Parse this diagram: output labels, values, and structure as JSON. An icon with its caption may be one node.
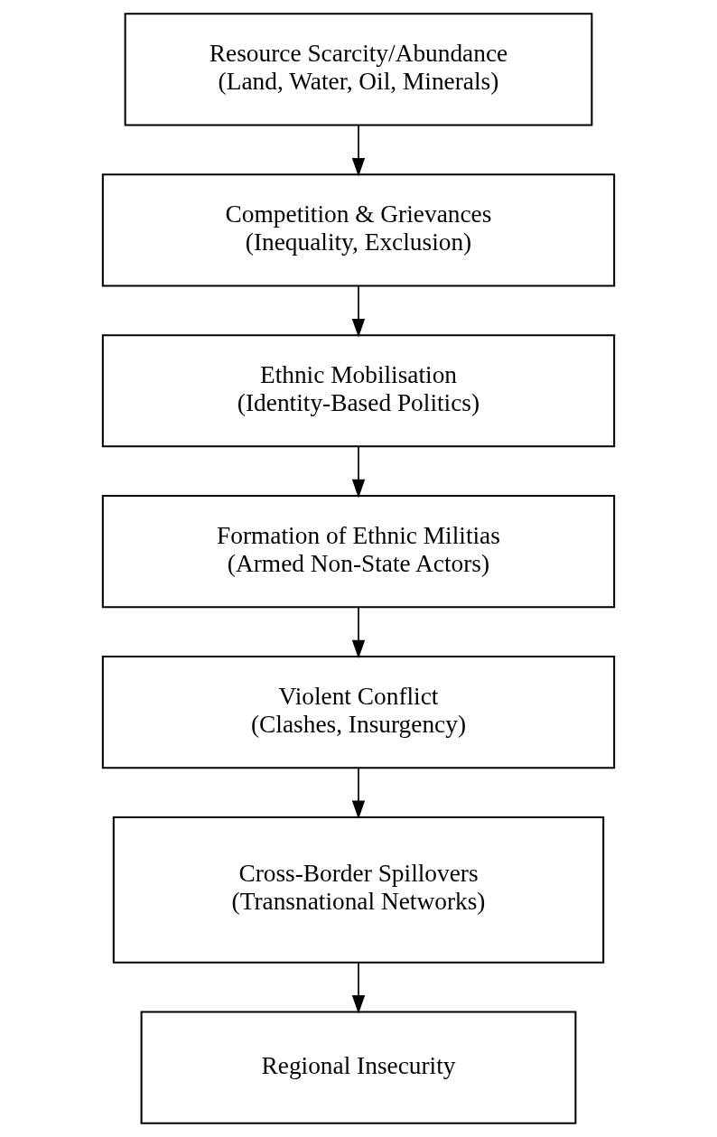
{
  "diagram": {
    "nodes": [
      {
        "text": [
          "Resource Scarcity/Abundance",
          "(Land, Water, Oil, Minerals)"
        ]
      },
      {
        "text": [
          "Competition & Grievances",
          "(Inequality, Exclusion)"
        ]
      },
      {
        "text": [
          "Ethnic Mobilisation",
          "(Identity-Based Politics)"
        ]
      },
      {
        "text": [
          "Formation of Ethnic Militias",
          "(Armed Non-State Actors)"
        ]
      },
      {
        "text": [
          "Violent Conflict",
          "(Clashes, Insurgency)"
        ]
      },
      {
        "text": [
          "Cross-Border Spillovers",
          "(Transnational Networks)"
        ]
      },
      {
        "text": [
          "Regional Insecurity"
        ]
      }
    ],
    "edges": [
      {
        "from": 0,
        "to": 1,
        "arrow": "to"
      },
      {
        "from": 1,
        "to": 2,
        "arrow": "to"
      },
      {
        "from": 2,
        "to": 3,
        "arrow": "to"
      },
      {
        "from": 3,
        "to": 4,
        "arrow": "to"
      },
      {
        "from": 4,
        "to": 5,
        "arrow": "to"
      },
      {
        "from": 5,
        "to": 6,
        "arrow": "to"
      }
    ]
  }
}
